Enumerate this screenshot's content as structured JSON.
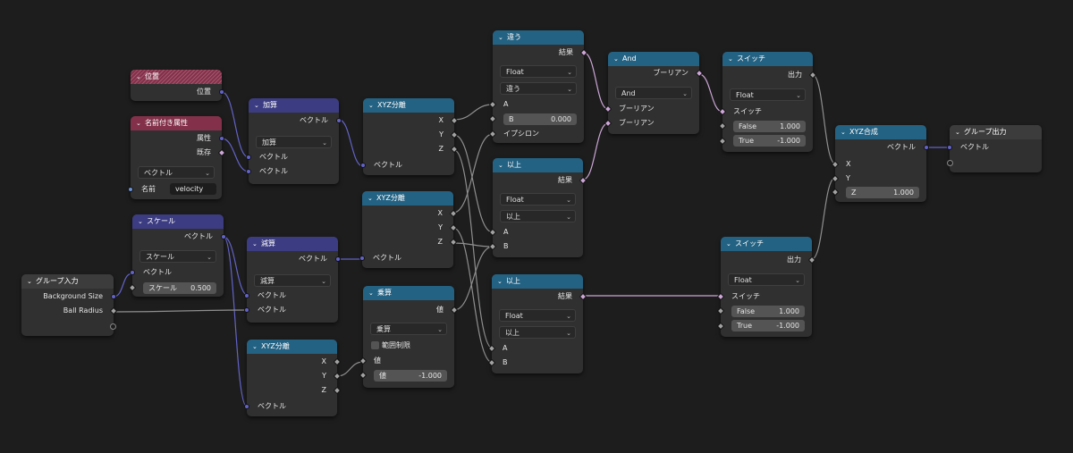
{
  "nodes": {
    "group_input": {
      "title": "グループ入力",
      "outputs": [
        "Background Size",
        "Ball Radius"
      ]
    },
    "position": {
      "title": "位置",
      "output": "位置"
    },
    "named_attr": {
      "title": "名前付き属性",
      "out_attr": "属性",
      "out_exists": "既存",
      "type": "ベクトル",
      "name_label": "名前",
      "name_value": "velocity"
    },
    "add": {
      "title": "加算",
      "output": "ベクトル",
      "op": "加算",
      "in1": "ベクトル",
      "in2": "ベクトル"
    },
    "scale": {
      "title": "スケール",
      "output": "ベクトル",
      "op": "スケール",
      "in1": "ベクトル",
      "scale_label": "スケール",
      "scale_value": "0.500"
    },
    "subtract": {
      "title": "減算",
      "output": "ベクトル",
      "op": "減算",
      "in1": "ベクトル",
      "in2": "ベクトル"
    },
    "sep1": {
      "title": "XYZ分離",
      "x": "X",
      "y": "Y",
      "z": "Z",
      "input": "ベクトル"
    },
    "sep2": {
      "title": "XYZ分離",
      "x": "X",
      "y": "Y",
      "z": "Z",
      "input": "ベクトル"
    },
    "sep3": {
      "title": "XYZ分離",
      "x": "X",
      "y": "Y",
      "z": "Z",
      "input": "ベクトル"
    },
    "multiply": {
      "title": "乗算",
      "output": "値",
      "op": "乗算",
      "clamp": "範囲制限",
      "in1": "値",
      "val_label": "値",
      "val_value": "-1.000"
    },
    "not_equal": {
      "title": "違う",
      "output": "結果",
      "type": "Float",
      "op": "違う",
      "in_a": "A",
      "b_label": "B",
      "b_value": "0.000",
      "epsilon": "イプシロン"
    },
    "gte1": {
      "title": "以上",
      "output": "結果",
      "type": "Float",
      "op": "以上",
      "in_a": "A",
      "in_b": "B"
    },
    "gte2": {
      "title": "以上",
      "output": "結果",
      "type": "Float",
      "op": "以上",
      "in_a": "A",
      "in_b": "B"
    },
    "and": {
      "title": "And",
      "output": "ブーリアン",
      "op": "And",
      "in1": "ブーリアン",
      "in2": "ブーリアン"
    },
    "switch1": {
      "title": "スイッチ",
      "output": "出力",
      "type": "Float",
      "switch": "スイッチ",
      "false_label": "False",
      "false_value": "1.000",
      "true_label": "True",
      "true_value": "-1.000"
    },
    "switch2": {
      "title": "スイッチ",
      "output": "出力",
      "type": "Float",
      "switch": "スイッチ",
      "false_label": "False",
      "false_value": "1.000",
      "true_label": "True",
      "true_value": "-1.000"
    },
    "combine": {
      "title": "XYZ合成",
      "output": "ベクトル",
      "x": "X",
      "y": "Y",
      "z_label": "Z",
      "z_value": "1.000"
    },
    "group_output": {
      "title": "グループ出力",
      "input": "ベクトル"
    }
  },
  "colors": {
    "background": "#1d1d1d",
    "node_body": "#303030",
    "header_input": "#3c3c3c",
    "header_attribute": "#83314a",
    "header_vector": "#3c3c83",
    "header_converter": "#246283",
    "socket_vector": "#6363c7",
    "socket_float": "#a1a1a1",
    "socket_boolean": "#cca6d6"
  }
}
